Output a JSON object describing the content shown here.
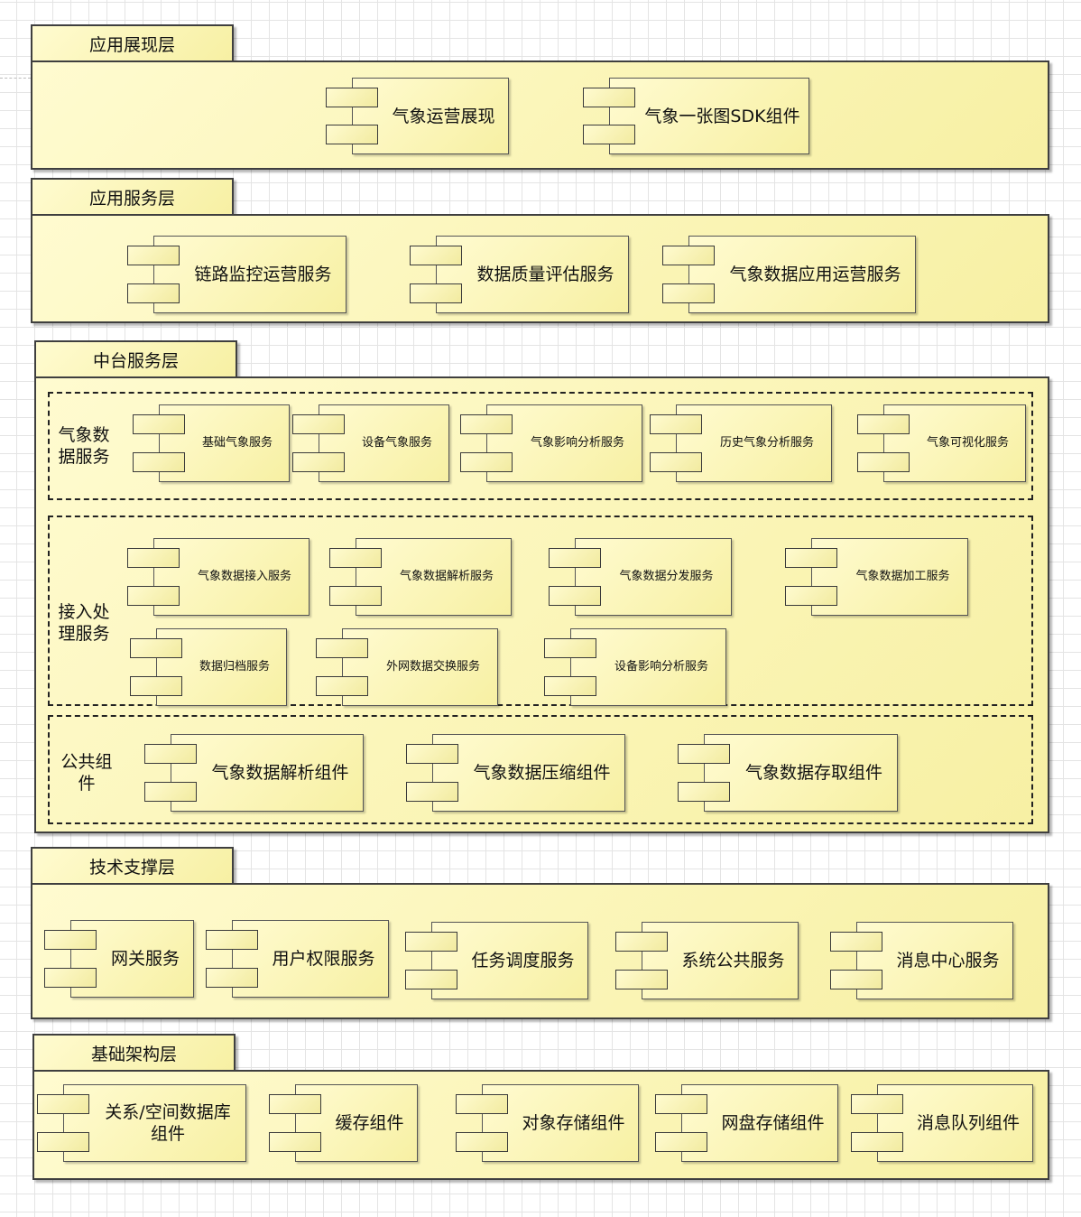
{
  "layers": {
    "presentation": {
      "title": "应用展现层",
      "components": [
        "气象运营展现",
        "气象一张图SDK组件"
      ]
    },
    "app_service": {
      "title": "应用服务层",
      "components": [
        "链路监控运营服务",
        "数据质量评估服务",
        "气象数据应用运营服务"
      ]
    },
    "middle": {
      "title": "中台服务层",
      "weather_data": {
        "label": "气象数\n据服务",
        "components": [
          "基础气象服务",
          "设备气象服务",
          "气象影响分析服务",
          "历史气象分析服务",
          "气象可视化服务"
        ]
      },
      "ingest": {
        "label": "接入处\n理服务",
        "components": [
          "气象数据接入服务",
          "气象数据解析服务",
          "气象数据分发服务",
          "气象数据加工服务",
          "数据归档服务",
          "外网数据交换服务",
          "设备影响分析服务"
        ]
      },
      "common": {
        "label": "公共组\n件",
        "components": [
          "气象数据解析组件",
          "气象数据压缩组件",
          "气象数据存取组件"
        ]
      }
    },
    "tech": {
      "title": "技术支撑层",
      "components": [
        "网关服务",
        "用户权限服务",
        "任务调度服务",
        "系统公共服务",
        "消息中心服务"
      ]
    },
    "infra": {
      "title": "基础架构层",
      "components": [
        "关系/空间数据库\n组件",
        "缓存组件",
        "对象存储组件",
        "网盘存储组件",
        "消息队列组件"
      ]
    }
  },
  "colors": {
    "fill_light": "#fffbd0",
    "fill_dark": "#f7f0a3",
    "border": "#3f3f3f"
  }
}
